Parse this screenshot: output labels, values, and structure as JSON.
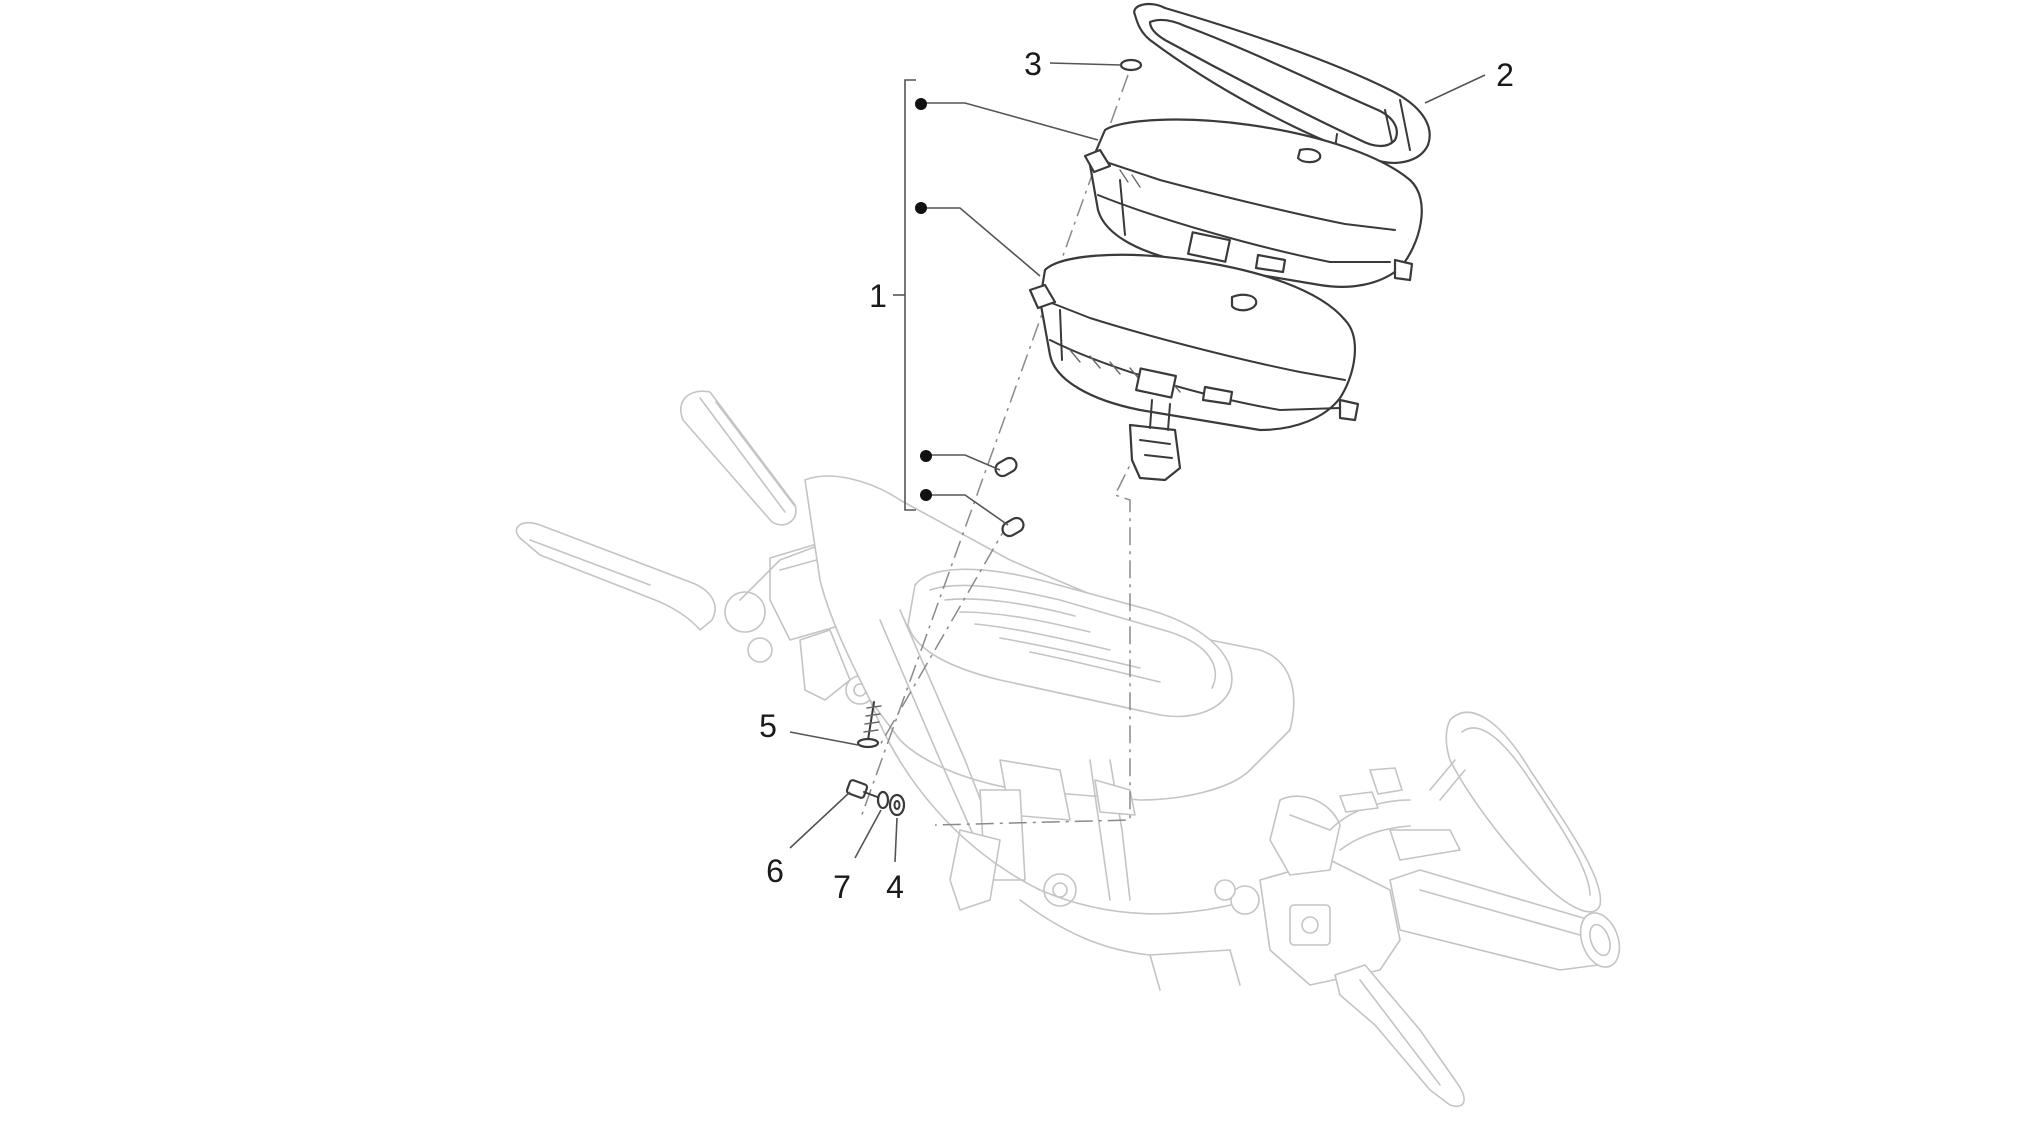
{
  "diagram": {
    "callouts": [
      {
        "id": "1",
        "label": "1"
      },
      {
        "id": "2",
        "label": "2"
      },
      {
        "id": "3",
        "label": "3"
      },
      {
        "id": "4",
        "label": "4"
      },
      {
        "id": "5",
        "label": "5"
      },
      {
        "id": "6",
        "label": "6"
      },
      {
        "id": "7",
        "label": "7"
      }
    ],
    "colors": {
      "background": "#ffffff",
      "assembly_outline": "#c4c4c4",
      "part_outline": "#3a3a3a",
      "callout_text": "#1a1a1a"
    }
  }
}
